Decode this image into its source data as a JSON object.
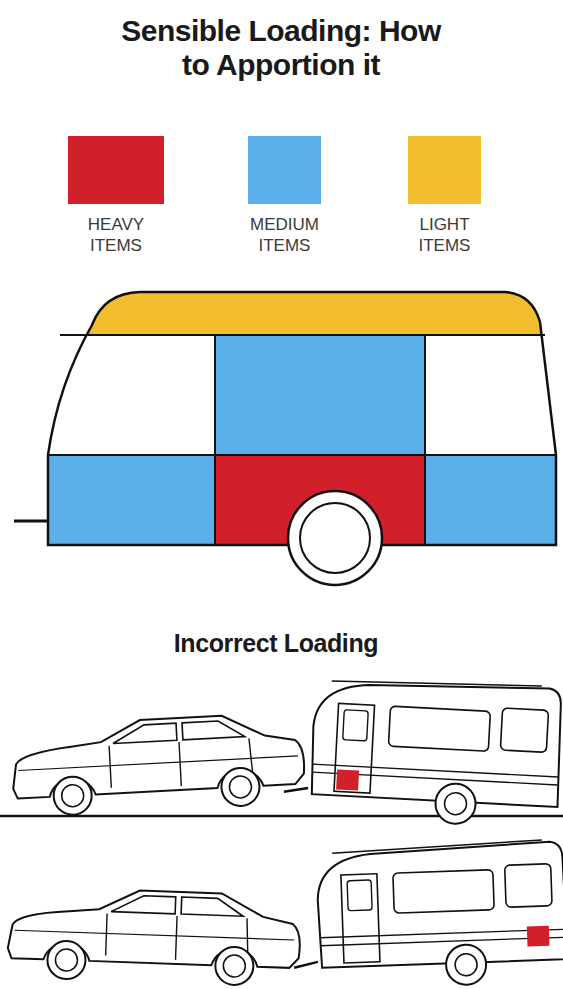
{
  "diagram": {
    "title": "Sensible Loading: How to Apportion it",
    "labels": [
      "Incorrect Loading"
    ],
    "legend": [
      {
        "text": "HEAVY ITEMS",
        "color": "#d11f2b"
      },
      {
        "text": "MEDIUM ITEMS",
        "color": "#5bb0ea"
      },
      {
        "text": "LIGHT ITEMS",
        "color": "#f1be2f"
      }
    ]
  }
}
